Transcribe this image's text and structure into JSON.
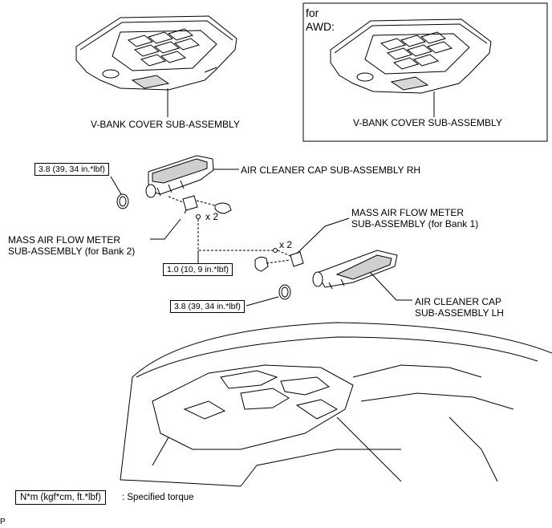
{
  "awd_panel": {
    "caption_line1": "for",
    "caption_line2": "AWD:"
  },
  "labels": {
    "vbank_cover": "V-BANK COVER SUB-ASSEMBLY",
    "vbank_cover_awd": "V-BANK COVER SUB-ASSEMBLY",
    "air_cleaner_rh": "AIR CLEANER CAP SUB-ASSEMBLY RH",
    "maf_bank1_line1": "MASS AIR FLOW METER",
    "maf_bank1_line2": "SUB-ASSEMBLY (for Bank 1)",
    "maf_bank2_line1": "MASS AIR FLOW METER",
    "maf_bank2_line2": "SUB-ASSEMBLY (for Bank 2)",
    "air_cleaner_lh_line1": "AIR CLEANER CAP",
    "air_cleaner_lh_line2": "SUB-ASSEMBLY LH",
    "qty_1": "x 2",
    "qty_2": "x 2"
  },
  "torques": {
    "clamp_rh": "3.8 (39, 34 in.*lbf)",
    "maf_bolts": "1.0 (10, 9 in.*lbf)",
    "clamp_lh": "3.8 (39, 34 in.*lbf)"
  },
  "legend": {
    "unit": "N*m (kgf*cm, ft.*lbf)",
    "meaning": ": Specified torque"
  },
  "corner_mark": "P"
}
